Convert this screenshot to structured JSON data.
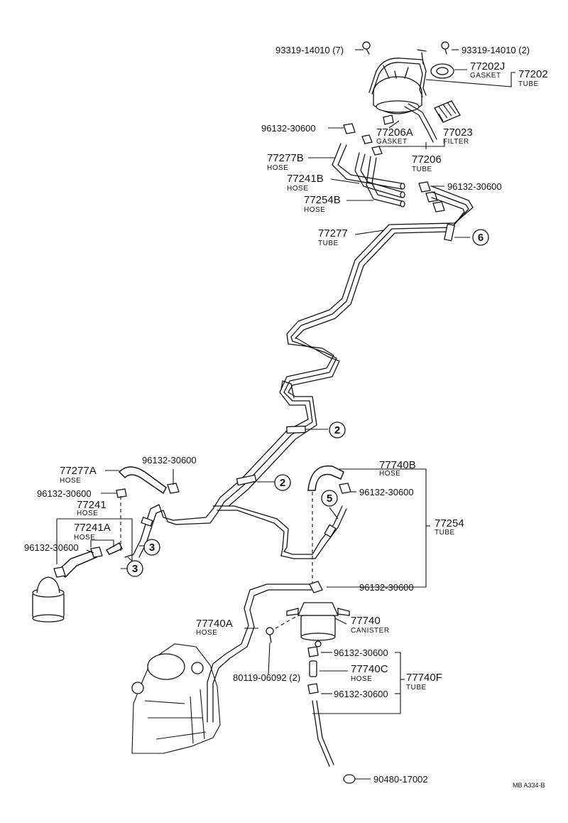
{
  "labels": {
    "bolt_7": {
      "part": "93319-14010 (7)"
    },
    "bolt_2": {
      "part": "93319-14010 (2)"
    },
    "p77202J": {
      "part": "77202J",
      "desc": "GASKET"
    },
    "p77202": {
      "part": "77202",
      "desc": "TUBE"
    },
    "clip_a": {
      "part": "96132-30600"
    },
    "p77206A": {
      "part": "77206A",
      "desc": "GASKET"
    },
    "p77023": {
      "part": "77023",
      "desc": "FILTER"
    },
    "p77206": {
      "part": "77206",
      "desc": "TUBE"
    },
    "p77277B": {
      "part": "77277B",
      "desc": "HOSE"
    },
    "p77241B": {
      "part": "77241B",
      "desc": "HOSE"
    },
    "clip_b": {
      "part": "96132-30600"
    },
    "p77254B": {
      "part": "77254B",
      "desc": "HOSE"
    },
    "p77277": {
      "part": "77277",
      "desc": "TUBE"
    },
    "clip_c": {
      "part": "96132-30600"
    },
    "p77277A": {
      "part": "77277A",
      "desc": "HOSE"
    },
    "clip_d": {
      "part": "96132-30600"
    },
    "p77241": {
      "part": "77241",
      "desc": "HOSE"
    },
    "p77241A": {
      "part": "77241A",
      "desc": "HOSE"
    },
    "clip_e": {
      "part": "96132-30600"
    },
    "p77740B": {
      "part": "77740B",
      "desc": "HOSE"
    },
    "clip_f": {
      "part": "96132-30600"
    },
    "p77254": {
      "part": "77254",
      "desc": "TUBE"
    },
    "clip_g": {
      "part": "96132-30600"
    },
    "p77740A": {
      "part": "77740A",
      "desc": "HOSE"
    },
    "p77740": {
      "part": "77740",
      "desc": "CANISTER"
    },
    "clip_h": {
      "part": "96132-30600"
    },
    "p77740C": {
      "part": "77740C",
      "desc": "HOSE"
    },
    "p77740F": {
      "part": "77740F",
      "desc": "TUBE"
    },
    "bolt_80119": {
      "part": "80119-06092 (2)"
    },
    "clip_i": {
      "part": "96132-30600"
    },
    "p90480": {
      "part": "90480-17002"
    }
  },
  "callouts": {
    "c6": "6",
    "c2a": "2",
    "c2b": "2",
    "c5": "5",
    "c3a": "3",
    "c3b": "3"
  },
  "code": "MB  A334-B"
}
